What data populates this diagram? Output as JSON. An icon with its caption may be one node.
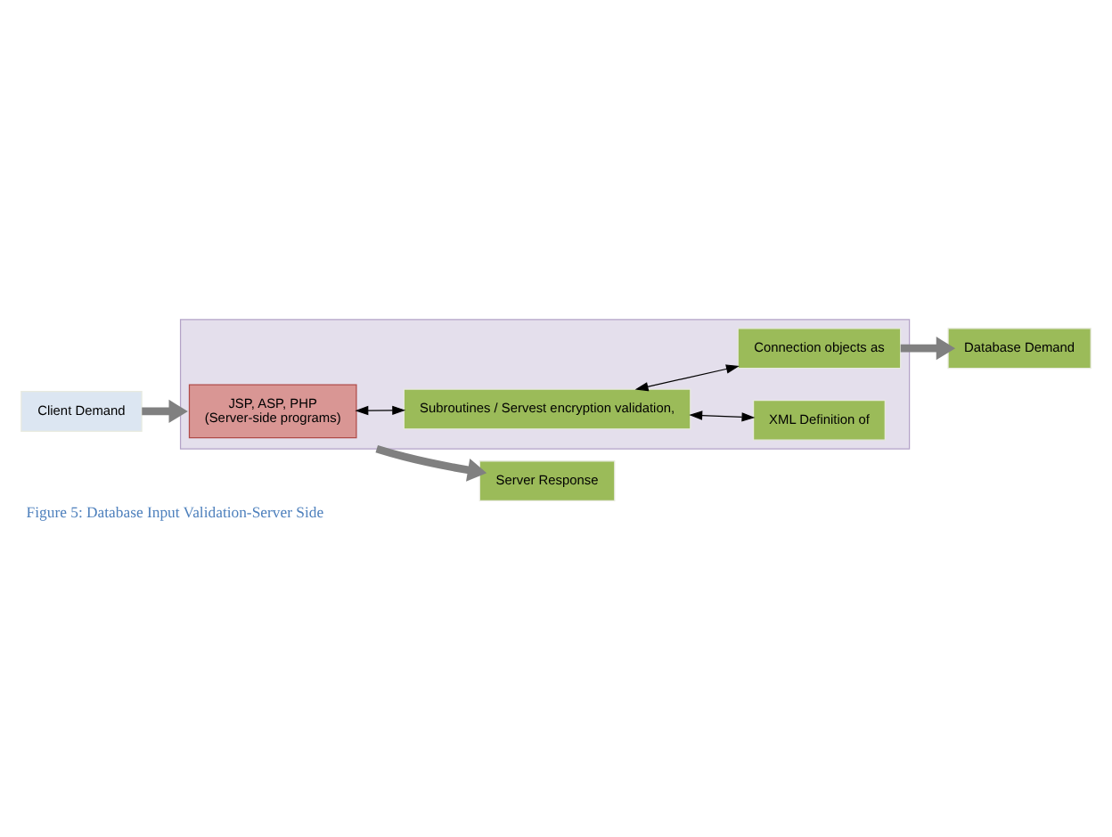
{
  "diagram": {
    "caption": "Figure 5: Database Input Validation-Server Side",
    "nodes": [
      {
        "text": [
          "Client Demand"
        ]
      },
      {
        "text": [
          "Server Response"
        ]
      },
      {
        "text": [],
        "shape": "box"
      },
      {
        "text": [
          "JSP, ASP, PHP",
          "(Server-side programs)"
        ],
        "in": 2
      },
      {
        "text": [
          "Subroutines / Servest encryption validation,"
        ],
        "in": 2
      },
      {
        "text": [
          "XML Definition of"
        ],
        "in": 2
      },
      {
        "text": [
          "Connection objects as"
        ],
        "in": 2
      },
      {
        "text": [
          "Database Demand"
        ]
      }
    ],
    "edges": [
      {
        "from": 0,
        "to": 2,
        "arrow": "to",
        "style": "thick",
        "color": "#808080"
      },
      {
        "from": 2,
        "to": 1,
        "arrow": "to",
        "style": "thick",
        "color": "#808080"
      },
      {
        "from": 3,
        "to": 4,
        "arrow": "both",
        "color": "#000000"
      },
      {
        "from": 4,
        "to": 5,
        "arrow": "both",
        "color": "#000000"
      },
      {
        "from": 4,
        "to": 6,
        "arrow": "both",
        "color": "#000000"
      },
      {
        "from": 6,
        "to": 7,
        "arrow": "to",
        "style": "thick",
        "color": "#808080"
      }
    ]
  }
}
